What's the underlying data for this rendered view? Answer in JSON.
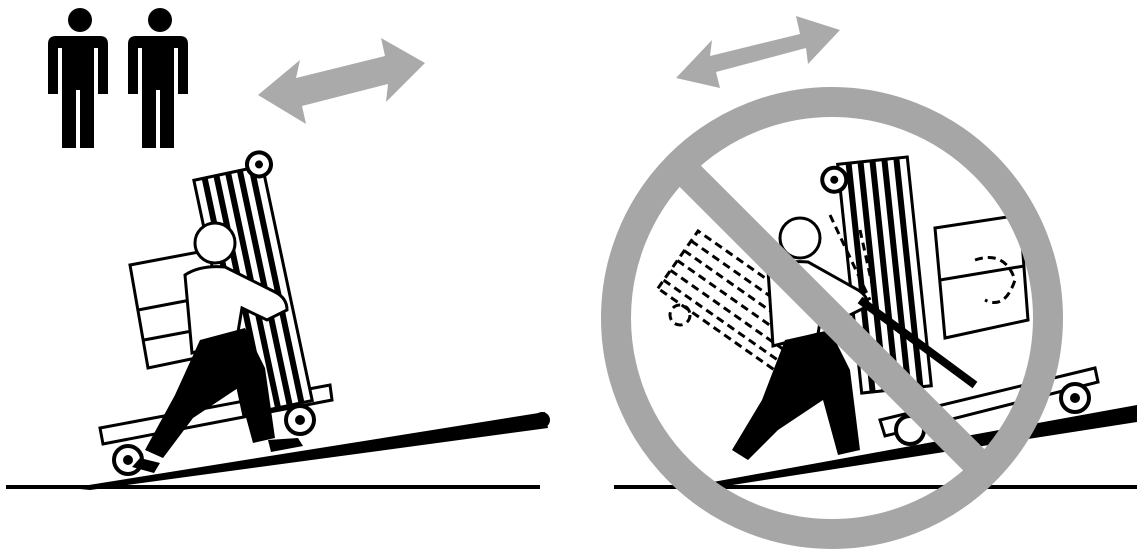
{
  "panels": [
    {
      "id": "allowed",
      "people_count": 2,
      "icons": [
        "two-people-icon",
        "direction-arrow-icon",
        "ramp-icon",
        "worker-icon",
        "cart-icon"
      ]
    },
    {
      "id": "prohibited",
      "icons": [
        "prohibition-sign-icon",
        "direction-arrow-icon",
        "ramp-icon",
        "worker-icon",
        "cart-icon",
        "tipping-cart-icon"
      ]
    }
  ],
  "colors": {
    "ink": "#000000",
    "arrow": "#aaaaaa",
    "prohibition": "#a6a6a6",
    "background": "#ffffff"
  }
}
